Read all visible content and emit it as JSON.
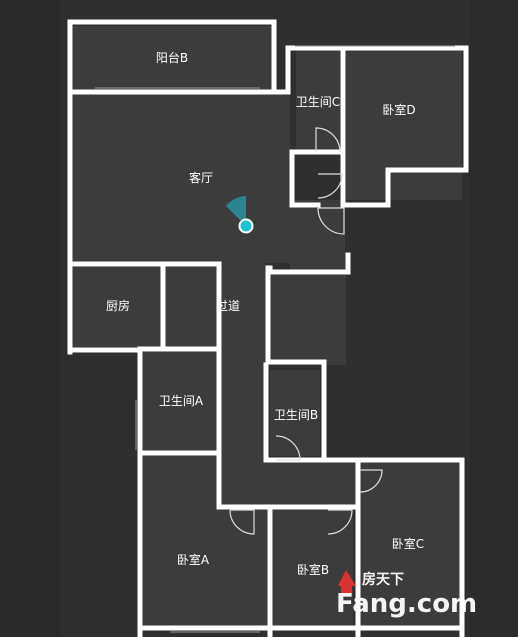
{
  "rooms": {
    "balcony_b": "阳台B",
    "living_room": "客厅",
    "bath_c": "卫生间C",
    "bedroom_d": "卧室D",
    "kitchen": "厨房",
    "corridor": "过道",
    "bath_a": "卫生间A",
    "bath_b": "卫生间B",
    "bedroom_a": "卧室A",
    "bedroom_b": "卧室B",
    "bedroom_c": "卧室C"
  },
  "watermark": {
    "cn": "房天下",
    "en": "Fang.com"
  },
  "colors": {
    "wall": "#ffffff",
    "floor": "#3c3c3c",
    "background": "#2f2f2f",
    "viewpoint": "#19c3d3"
  },
  "icons": {
    "viewpoint": "camera-viewpoint-icon",
    "logo": "fang-house-logo-icon"
  }
}
